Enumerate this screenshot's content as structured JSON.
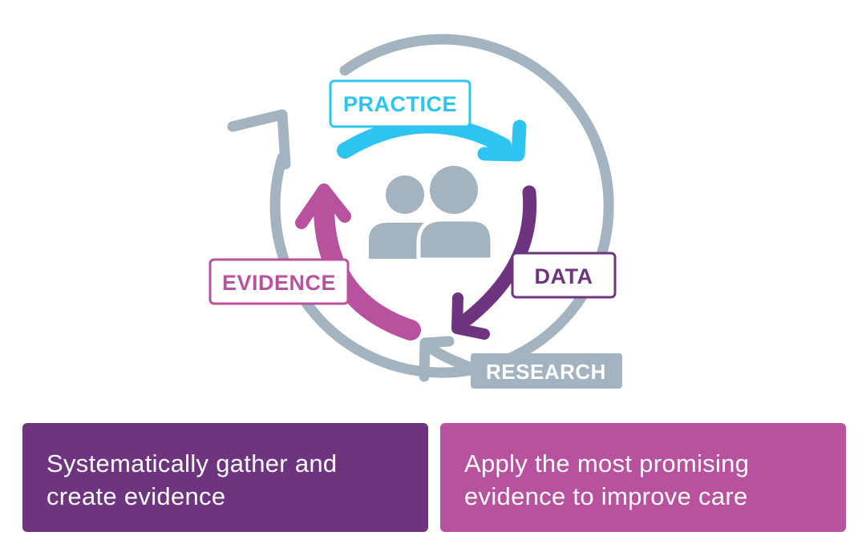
{
  "diagram": {
    "labels": {
      "practice": "PRACTICE",
      "data": "DATA",
      "evidence": "EVIDENCE",
      "research": "RESEARCH"
    },
    "center_icon": "people-icon"
  },
  "cards": {
    "left": {
      "text": "Systematically gather and create evidence"
    },
    "right": {
      "text": "Apply the most promising evidence to improve care"
    }
  },
  "colors": {
    "practice": "#2ec4f1",
    "data": "#6e3480",
    "evidence": "#b8519e",
    "research": "#a3b3bf",
    "ring": "#a3b3bf",
    "card_left": "#6e3480",
    "card_right": "#b8519e",
    "white": "#ffffff"
  }
}
